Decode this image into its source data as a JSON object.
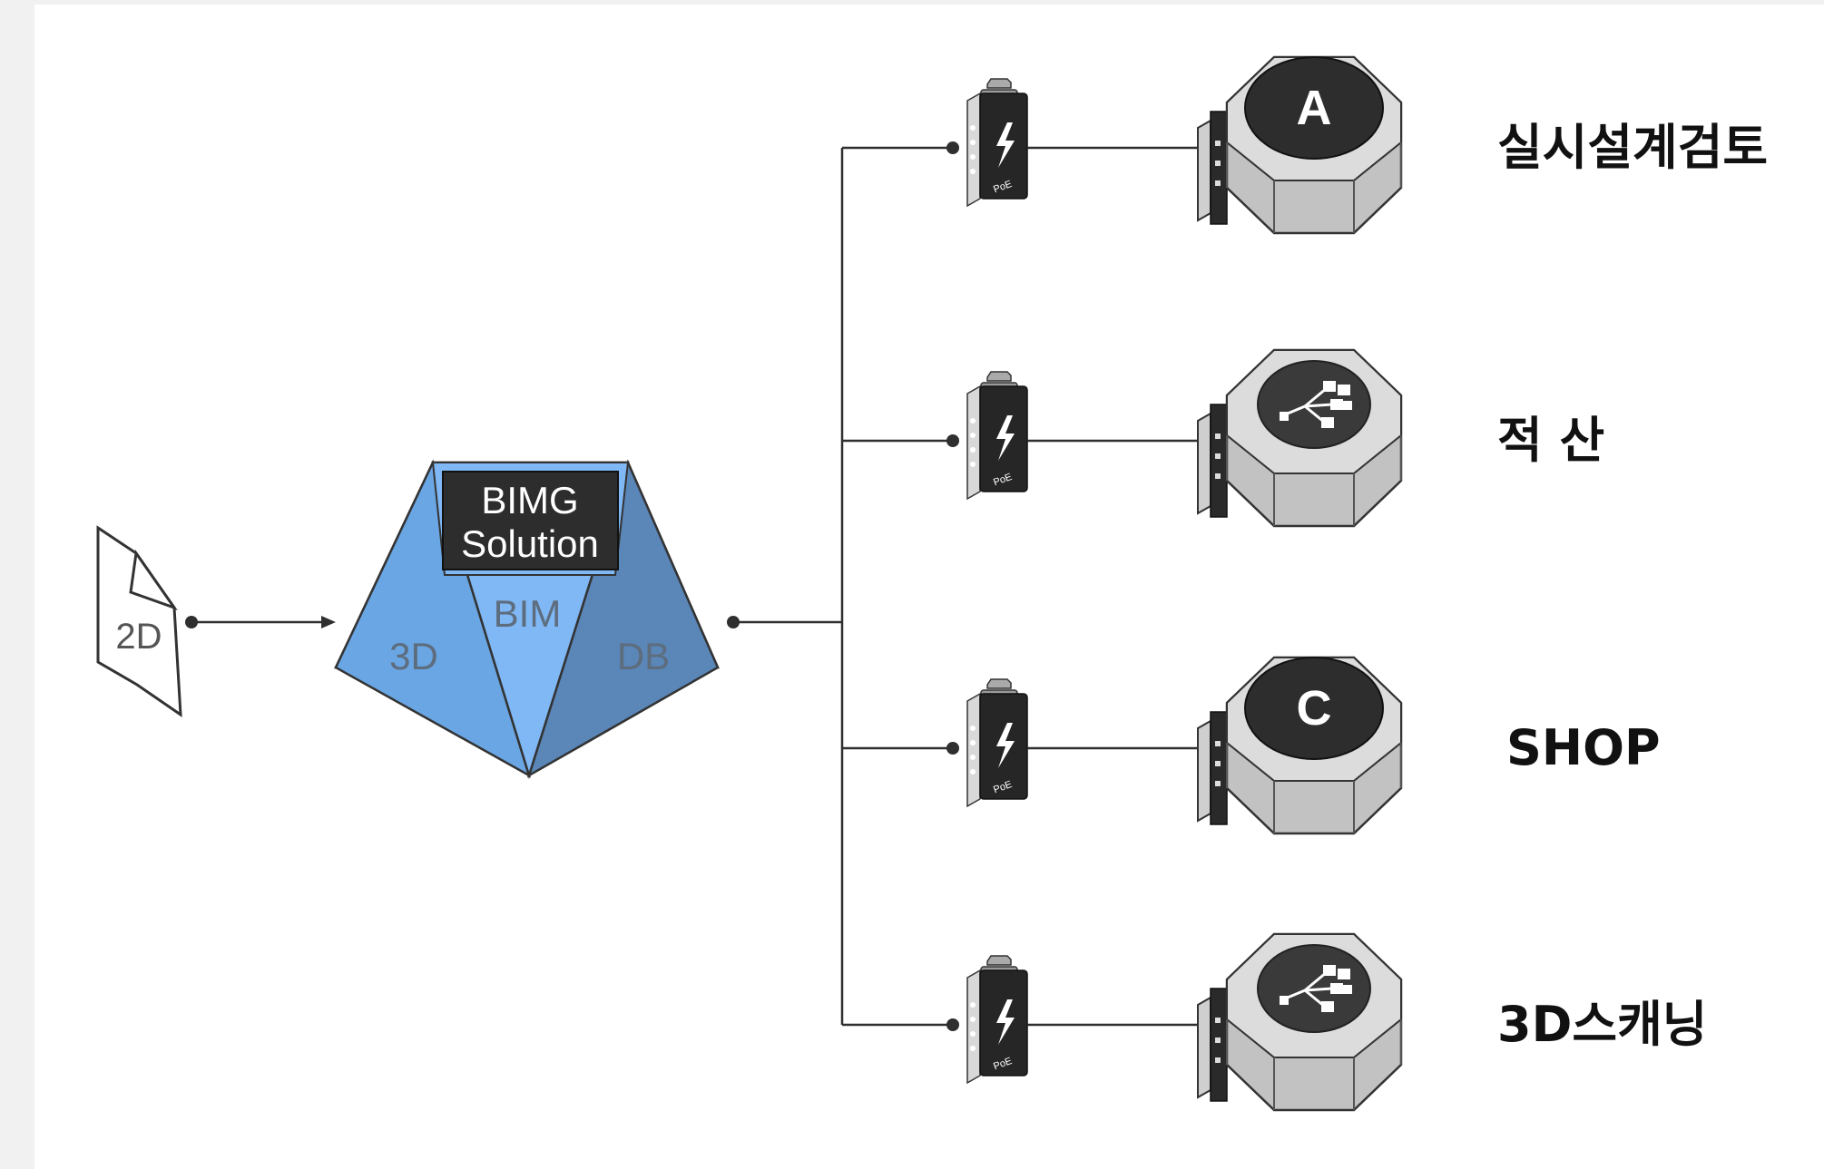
{
  "source": {
    "label": "2D"
  },
  "solution": {
    "title_line1": "BIMG",
    "title_line2": "Solution",
    "faces": {
      "left": "3D",
      "center": "BIM",
      "right": "DB"
    }
  },
  "switch_badge": "PoE",
  "targets": [
    {
      "label": "실시설계검토",
      "badge": "A",
      "icon": "letter-badge-icon"
    },
    {
      "label": "적 산",
      "badge": "",
      "icon": "distribution-tree-icon"
    },
    {
      "label": "SHOP",
      "badge": "C",
      "icon": "letter-badge-icon"
    },
    {
      "label": "3D스캐닝",
      "badge": "",
      "icon": "distribution-tree-icon"
    }
  ],
  "colors": {
    "solution_light": "#7fb8f5",
    "solution_mid": "#6aa6e3",
    "solution_dark": "#5a86b8",
    "title_box": "#2d2d2d",
    "device_gray": "#c8c8c8",
    "wire": "#2f2f2f"
  }
}
